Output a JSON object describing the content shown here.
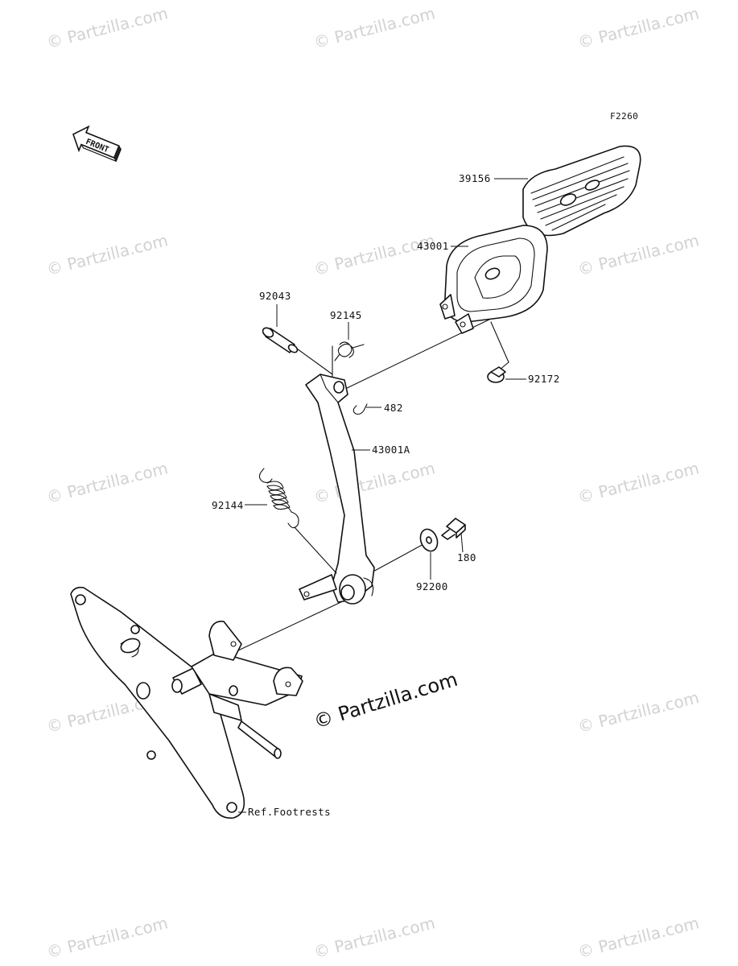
{
  "figure_code": "F2260",
  "front_arrow_text": "FRONT",
  "watermark": {
    "text": "© Partzilla.com",
    "main_text": "© Partzilla.com"
  },
  "parts": [
    {
      "number": "39156",
      "name": "brake-pedal-pad"
    },
    {
      "number": "43001",
      "name": "pedal-pad-bracket"
    },
    {
      "number": "92043",
      "name": "pin"
    },
    {
      "number": "92145",
      "name": "spring"
    },
    {
      "number": "92172",
      "name": "screw"
    },
    {
      "number": "482",
      "name": "clip"
    },
    {
      "number": "43001A",
      "name": "brake-pedal"
    },
    {
      "number": "92144",
      "name": "return-spring"
    },
    {
      "number": "180",
      "name": "bolt"
    },
    {
      "number": "92200",
      "name": "washer"
    },
    {
      "number": "Ref.Footrests",
      "name": "footrest-reference"
    }
  ]
}
